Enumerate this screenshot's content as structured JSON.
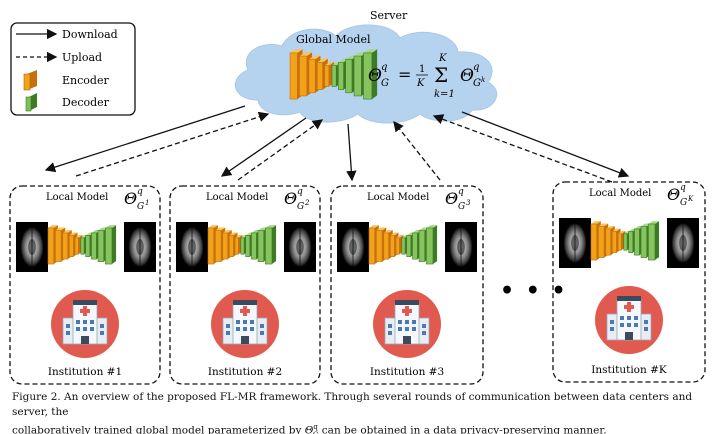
{
  "legend": {
    "download": "Download",
    "upload": "Upload",
    "encoder": "Encoder",
    "decoder": "Decoder"
  },
  "server": {
    "label": "Server",
    "global_model": "Global Model",
    "formula": {
      "lhs": "Θ",
      "lhs_sup": "q",
      "lhs_sub": "G",
      "eq": "=",
      "frac_num": "1",
      "frac_den": "K",
      "sum_top": "K",
      "sum": "Σ",
      "sum_bottom": "k=1",
      "rhs": "Θ",
      "rhs_sup": "q",
      "rhs_sub": "G",
      "rhs_subsup": "k"
    }
  },
  "institutions": [
    {
      "local_model": "Local Model",
      "theta": "Θ",
      "sup": "q",
      "sub": "G",
      "subsup": "1",
      "name": "Institution #1"
    },
    {
      "local_model": "Local Model",
      "theta": "Θ",
      "sup": "q",
      "sub": "G",
      "subsup": "2",
      "name": "Institution #2"
    },
    {
      "local_model": "Local Model",
      "theta": "Θ",
      "sup": "q",
      "sub": "G",
      "subsup": "3",
      "name": "Institution #3"
    },
    {
      "local_model": "Local Model",
      "theta": "Θ",
      "sup": "q",
      "sub": "G",
      "subsup": "K",
      "name": "Institution #K"
    }
  ],
  "ellipsis": "• • •",
  "caption": {
    "line1": "Figure 2. An overview of the proposed FL-MR framework. Through several rounds of communication between data centers and server, the",
    "line2_a": "collaboratively trained global model parameterized by ",
    "line2_theta": "Θ",
    "line2_sup": "q",
    "line2_sub": "G",
    "line2_b": " can be obtained in a data privacy-preserving manner."
  },
  "colors": {
    "encoder": "#f0a21a",
    "encoder_dark": "#c96f0a",
    "decoder": "#6fb24a",
    "decoder_dark": "#3e7a23",
    "cloud": "#b5d3ef",
    "hospital_circle": "#e05a4f"
  }
}
